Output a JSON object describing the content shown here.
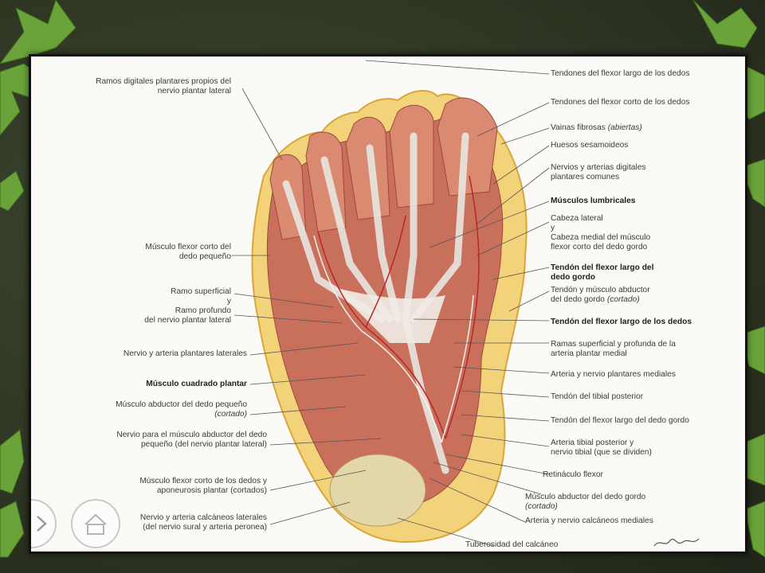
{
  "slide": {
    "colors": {
      "background": "#2f3826",
      "leaf": "#6aa33a",
      "leaf_dark": "#4a7d24",
      "panel": "#fbfaf7"
    }
  },
  "figure": {
    "labels_left": [
      {
        "line1": "Ramos digitales plantares propios del",
        "line2": "nervio plantar lateral"
      },
      {
        "line1": "Músculo flexor corto del",
        "line2": "dedo pequeño"
      },
      {
        "line1": "Ramo superficial",
        "line2": "y",
        "line3": "Ramo profundo",
        "line4": "del nervio plantar lateral"
      },
      {
        "line1": "Nervio y arteria plantares laterales"
      },
      {
        "line1": "Músculo cuadrado plantar"
      },
      {
        "line1": "Músculo abductor del dedo pequeño",
        "line2": "(cortado)"
      },
      {
        "line1": "Nervio para el músculo abductor del dedo",
        "line2": "pequeño (del nervio plantar lateral)"
      },
      {
        "line1": "Músculo flexor corto de los dedos  y",
        "line2": "aponeurosis plantar (cortados)"
      },
      {
        "line1": "Nervio y arteria calcáneos laterales",
        "line2": "(del nervio sural y arteria peronea)"
      }
    ],
    "labels_right": [
      {
        "line1": "Tendones del flexor largo de los dedos"
      },
      {
        "line1": "Tendones del flexor corto de los dedos"
      },
      {
        "line1": "Vainas fibrosas",
        "line1_italic": "(abiertas)"
      },
      {
        "line1": "Huesos sesamoideos"
      },
      {
        "line1": "Nervios y arterias digitales",
        "line2": "plantares comunes"
      },
      {
        "line1": "Músculos lumbricales"
      },
      {
        "line1": "Cabeza lateral",
        "line2": "y",
        "line3": "Cabeza medial del músculo",
        "line4": "flexor corto del dedo gordo"
      },
      {
        "line1": "Tendón del flexor largo del",
        "line2": "dedo gordo"
      },
      {
        "line1": "Tendón y músculo abductor",
        "line2": "del dedo gordo",
        "line2_italic": "(cortado)"
      },
      {
        "line1": "Tendón del flexor largo de los dedos"
      },
      {
        "line1": "Ramas superficial y profunda de la",
        "line2": "arteria plantar medial"
      },
      {
        "line1": "Arteria y nervio plantares mediales"
      },
      {
        "line1": "Tendón del tibial posterior"
      },
      {
        "line1": "Tendón del flexor largo del dedo gordo"
      },
      {
        "line1": "Arteria tibial posterior y",
        "line2": "nervio tibial (que se dividen)"
      },
      {
        "line1": "Retináculo flexor"
      },
      {
        "line1": "Músculo abductor del dedo gordo",
        "line2": "(cortado)"
      },
      {
        "line1": "Arteria y nervio calcáneos mediales"
      },
      {
        "line1": "Tuberosidad del calcáneo"
      }
    ],
    "signature": "F. Netter",
    "nav_icons": [
      "play-arrow-icon",
      "home-icon"
    ]
  }
}
